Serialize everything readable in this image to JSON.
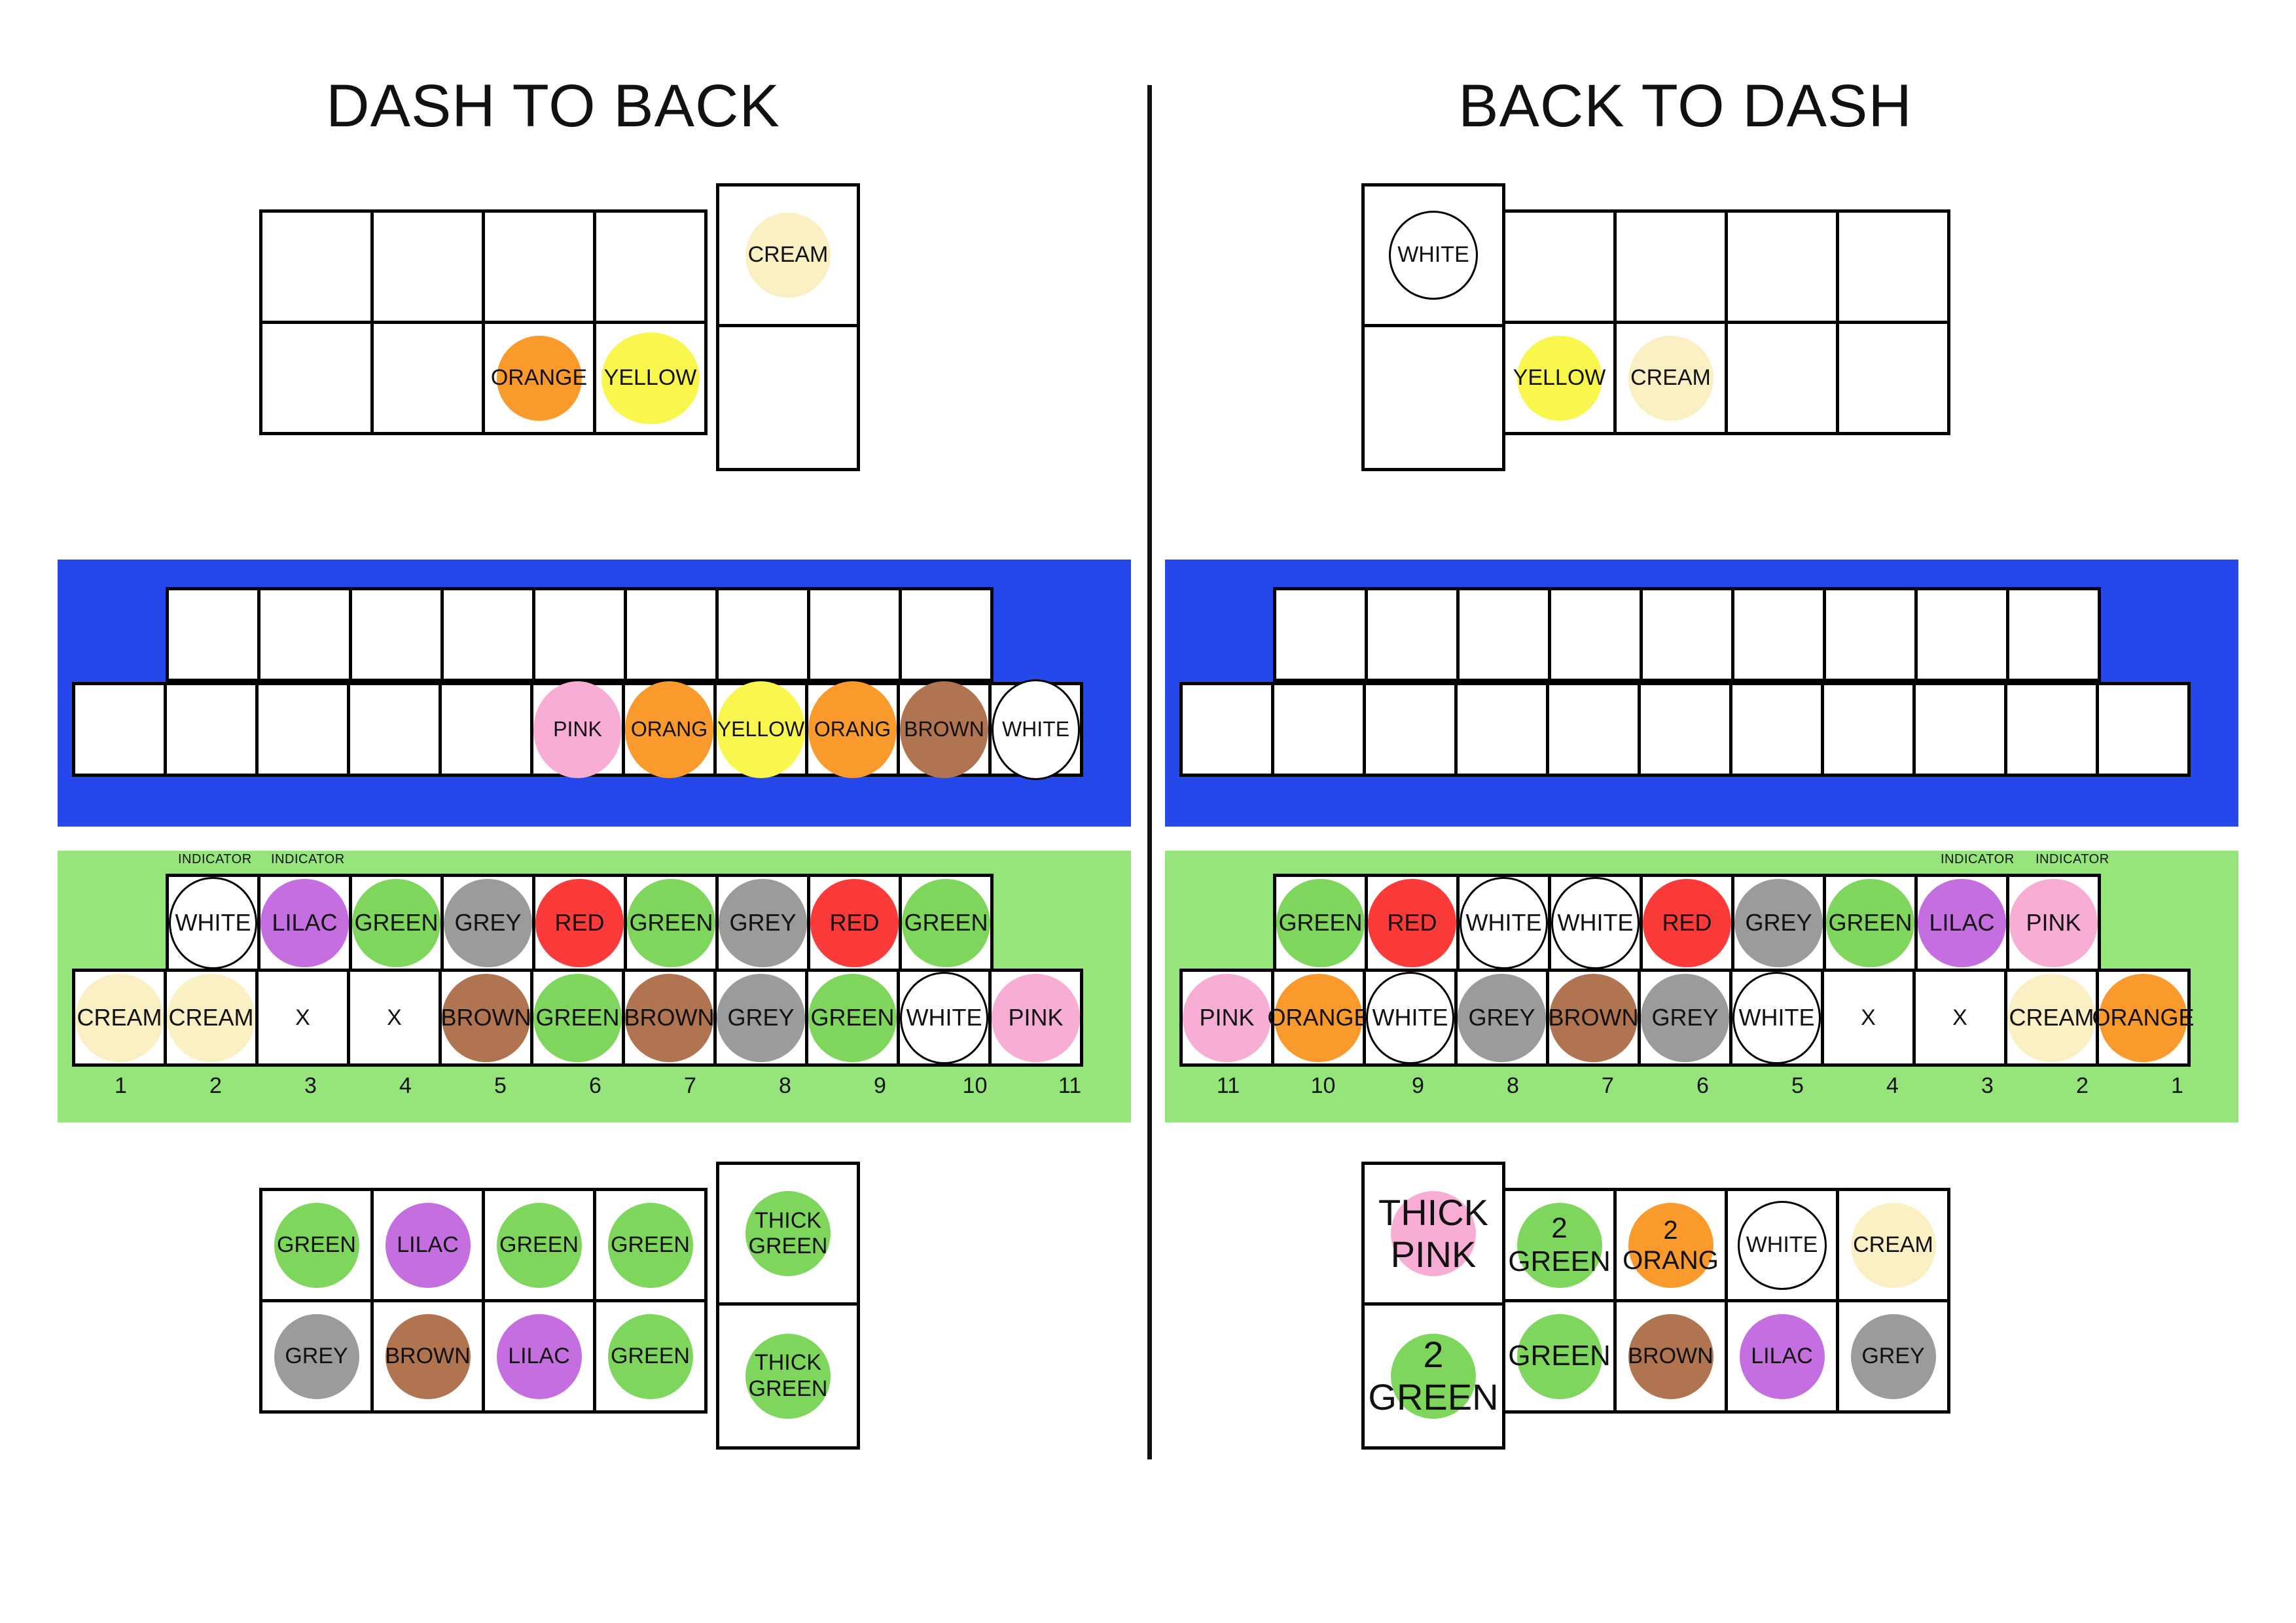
{
  "colors": {
    "cream": "#fbf0c4",
    "orange": "#fb9a2c",
    "yellow": "#f9f74e",
    "white": "#ffffff",
    "pink": "#f8aed4",
    "brown": "#b07451",
    "lilac": "#c46ee0",
    "green": "#7ed75c",
    "grey": "#9b9b9b",
    "red": "#fb3a3a",
    "blue_band": "#2548ea",
    "green_band": "#96e57a"
  },
  "left": {
    "title": "DASH TO BACK",
    "top_block": {
      "tall": {
        "top": "CREAM",
        "bottom": ""
      },
      "row1": [
        "",
        "",
        "",
        ""
      ],
      "row2": [
        "",
        "",
        "ORANGE",
        "YELLOW"
      ]
    },
    "blue": {
      "top": [
        "",
        "",
        "",
        "",
        "",
        "",
        "",
        "",
        ""
      ],
      "bottom": [
        "",
        "",
        "",
        "",
        "",
        "PINK",
        "ORANG",
        "YELLOW",
        "ORANG",
        "BROWN",
        "WHITE"
      ]
    },
    "green": {
      "indicators": [
        "INDICATOR",
        "INDICATOR"
      ],
      "top": [
        "WHITE",
        "LILAC",
        "GREEN",
        "GREY",
        "RED",
        "GREEN",
        "GREY",
        "RED",
        "GREEN"
      ],
      "bottom": [
        "CREAM",
        "CREAM",
        "X",
        "X",
        "BROWN",
        "GREEN",
        "BROWN",
        "GREY",
        "GREEN",
        "WHITE",
        "PINK"
      ],
      "numbers": [
        "1",
        "2",
        "3",
        "4",
        "5",
        "6",
        "7",
        "8",
        "9",
        "10",
        "11"
      ]
    },
    "bottom_block": {
      "row1": [
        "GREEN",
        "LILAC",
        "GREEN",
        "GREEN"
      ],
      "row2": [
        "GREY",
        "BROWN",
        "LILAC",
        "GREEN"
      ],
      "tall": {
        "top": "THICK\nGREEN",
        "bottom": "THICK\nGREEN"
      }
    }
  },
  "right": {
    "title": "BACK TO DASH",
    "top_block": {
      "tall": {
        "top": "WHITE",
        "bottom": ""
      },
      "row1": [
        "",
        "",
        "",
        ""
      ],
      "row2": [
        "YELLOW",
        "CREAM",
        "",
        ""
      ]
    },
    "blue": {
      "top": [
        "",
        "",
        "",
        "",
        "",
        "",
        "",
        "",
        ""
      ],
      "bottom": [
        "",
        "",
        "",
        "",
        "",
        "",
        "",
        "",
        "",
        "",
        ""
      ]
    },
    "green": {
      "indicators": [
        "INDICATOR",
        "INDICATOR"
      ],
      "top": [
        "GREEN",
        "RED",
        "WHITE",
        "WHITE",
        "RED",
        "GREY",
        "GREEN",
        "LILAC",
        "PINK"
      ],
      "bottom": [
        "PINK",
        "ORANGE",
        "WHITE",
        "GREY",
        "BROWN",
        "GREY",
        "WHITE",
        "X",
        "X",
        "CREAM",
        "ORANGE"
      ],
      "numbers": [
        "11",
        "10",
        "9",
        "8",
        "7",
        "6",
        "5",
        "4",
        "3",
        "2",
        "1"
      ]
    },
    "bottom_block": {
      "tall": {
        "top": "THICK\nPINK",
        "bottom": "2\nGREEN"
      },
      "row1": [
        "2\nGREEN",
        "2\nORANG",
        "WHITE",
        "CREAM"
      ],
      "row2": [
        "GREEN",
        "BROWN",
        "LILAC",
        "GREY"
      ]
    }
  }
}
